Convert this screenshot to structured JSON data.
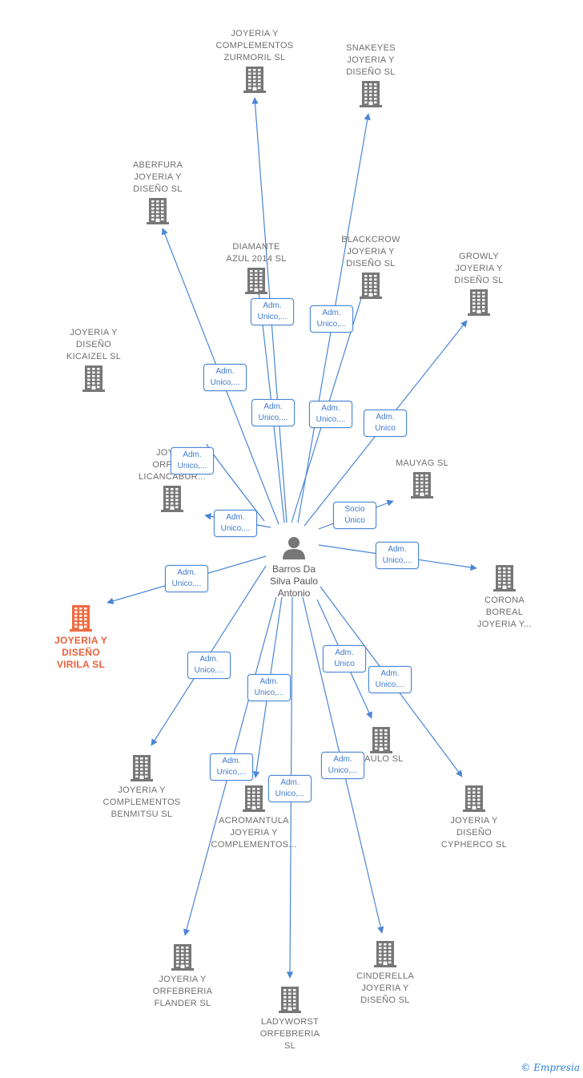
{
  "colors": {
    "edge": "#4a86d4",
    "building": "#777777",
    "building_highlight": "#f06a40",
    "person": "#777777"
  },
  "center": {
    "name": "Barros Da\nSilva Paulo\nAntonio",
    "icon": "person-icon"
  },
  "nodes": [
    {
      "id": "zurmoril",
      "label": "JOYERIA Y\nCOMPLEMENTOS\nZURMORIL  SL"
    },
    {
      "id": "snakeyes",
      "label": "SNAKEYES\nJOYERIA Y\nDISEÑO  SL"
    },
    {
      "id": "aberfura",
      "label": "ABERFURA\nJOYERIA Y\nDISEÑO  SL"
    },
    {
      "id": "diamante",
      "label": "DIAMANTE\nAZUL 2014 SL"
    },
    {
      "id": "blackcrow",
      "label": "BLACKCROW\nJOYERIA Y\nDISEÑO  SL"
    },
    {
      "id": "growly",
      "label": "GROWLY\nJOYERIA Y\nDISEÑO  SL"
    },
    {
      "id": "kicaizel",
      "label": "JOYERIA Y\nDISEÑO\nKICAIZEL  SL"
    },
    {
      "id": "licancabur",
      "label": "JOYE...\nORFEB...\nLICANCABUR..."
    },
    {
      "id": "mauyag",
      "label": "MAUYAG  SL"
    },
    {
      "id": "corona",
      "label": "CORONA\nBOREAL\nJOYERIA Y..."
    },
    {
      "id": "virila",
      "label": "JOYERIA Y\nDISEÑO\nVIRILA  SL"
    },
    {
      "id": "benmitsu",
      "label": "JOYERIA Y\nCOMPLEMENTOS\nBENMITSU  SL"
    },
    {
      "id": "paulo",
      "label": "PAULO  SL"
    },
    {
      "id": "cypherco",
      "label": "JOYERIA Y\nDISEÑO\nCYPHERCO  SL"
    },
    {
      "id": "acromantula",
      "label": "ACROMANTULA\nJOYERIA Y\nCOMPLEMENTOS..."
    },
    {
      "id": "flander",
      "label": "JOYERIA Y\nORFEBRERIA\nFLANDER  SL"
    },
    {
      "id": "ladyworst",
      "label": "LADYWORST\nORFEBRERIA\nSL"
    },
    {
      "id": "cinderella",
      "label": "CINDERELLA\nJOYERIA Y\nDISEÑO  SL"
    }
  ],
  "edges": [
    {
      "to": "zurmoril",
      "role": "Adm.\nUnico,..."
    },
    {
      "to": "snakeyes",
      "role": "Adm.\nUnico,..."
    },
    {
      "to": "aberfura",
      "role": "Adm.\nUnico,..."
    },
    {
      "to": "diamante",
      "role": "Adm.\nUnico,..."
    },
    {
      "to": "blackcrow",
      "role": "Adm.\nUnico,..."
    },
    {
      "to": "growly",
      "role": "Adm.\nUnico"
    },
    {
      "to": "kicaizel",
      "role": "Adm.\nUnico,..."
    },
    {
      "to": "licancabur",
      "role": "Adm.\nUnico,..."
    },
    {
      "to": "mauyag",
      "role": "Socio\nÚnico"
    },
    {
      "to": "corona",
      "role": "Adm.\nUnico,..."
    },
    {
      "to": "virila",
      "role": "Adm.\nUnico,..."
    },
    {
      "to": "benmitsu",
      "role": "Adm.\nUnico,..."
    },
    {
      "to": "paulo",
      "role": "Adm.\nUnico"
    },
    {
      "to": "cypherco",
      "role": "Adm.\nUnico,..."
    },
    {
      "to": "acromantula",
      "role": "Adm.\nUnico,..."
    },
    {
      "to": "flander",
      "role": "Adm.\nUnico,..."
    },
    {
      "to": "ladyworst",
      "role": "Adm.\nUnico,..."
    },
    {
      "to": "cinderella",
      "role": "Adm.\nUnico,..."
    }
  ],
  "brand": {
    "symbol": "©",
    "name": "Empresia"
  }
}
